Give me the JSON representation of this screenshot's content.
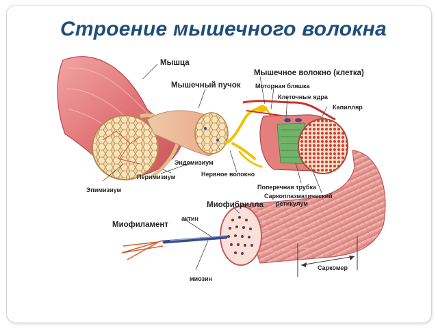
{
  "slide": {
    "title": "Строение мышечного волокна"
  },
  "labels": {
    "muscle": "Мышца",
    "bundle": "Мышечный пучок",
    "fiber": "Мышечное волокно (клетка)",
    "motor_plaque": "Моторная бляшка",
    "nuclei": "Клеточные ядра",
    "capillary": "Капилляр",
    "endomysium": "Эндомизиум",
    "epimysium": "Эпимизиум",
    "perimysium": "Перимизиум",
    "nerve_fiber": "Нервное волокно",
    "t_tubule": "Поперечная трубка",
    "sr_line1": "Саркоплазматический",
    "sr_line2": "ретикулум",
    "myofibril": "Миофибрилла",
    "myofilament": "Миофиламент",
    "actin": "актин",
    "myosin": "миозин",
    "sarcomere": "Саркомер"
  },
  "colors": {
    "title": "#1f4e79",
    "muscle": "#e2787a",
    "muscle_dark": "#b5474c",
    "section": "#f3d9a6",
    "nerve": "#f2c200",
    "capillary": "#c9302c",
    "sr": "#72b36b",
    "myosin": "#3b4a8c"
  }
}
